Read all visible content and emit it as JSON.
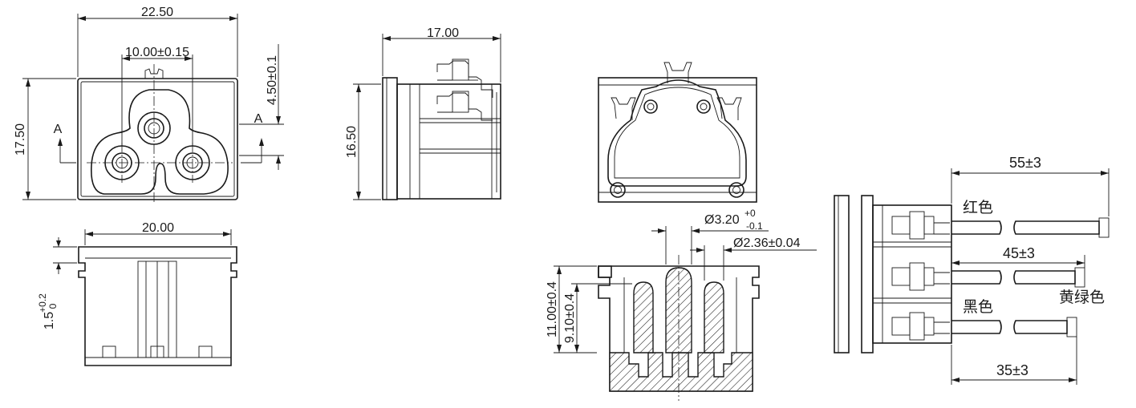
{
  "front_view": {
    "dim_width": "22.50",
    "dim_pin_pitch": "10.00±0.15",
    "dim_height": "17.50",
    "dim_center_offset": "4.50±0.1",
    "section_mark_left": "A",
    "section_mark_right": "A"
  },
  "side_view": {
    "dim_depth": "17.00",
    "dim_height": "16.50"
  },
  "bottom_view": {
    "dim_width": "20.00",
    "dim_flange_base": "1.5",
    "dim_flange_sup": "+0.2",
    "dim_flange_sub": "0"
  },
  "section_view": {
    "dim_hole_prefix": "Ø3.20",
    "dim_hole_sup": "+0",
    "dim_hole_sub": "-0.1",
    "dim_pin_dia": "Ø2.36±0.04",
    "dim_outer_height": "11.00±0.4",
    "dim_inner_height": "9.10±0.4"
  },
  "wired_view": {
    "dim_wire_top": "55±3",
    "dim_wire_mid": "45±3",
    "dim_wire_bottom": "35±3",
    "label_red": "红色",
    "label_yellow_green": "黄绿色",
    "label_black": "黑色"
  }
}
